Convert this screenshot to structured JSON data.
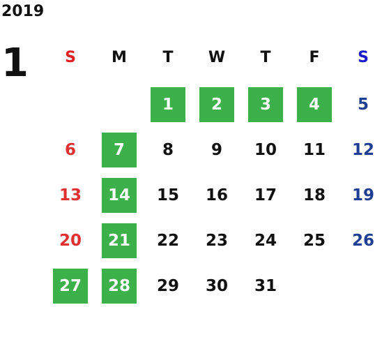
{
  "year": "2019",
  "month": "1",
  "weekdays": [
    "S",
    "M",
    "T",
    "W",
    "T",
    "F",
    "S"
  ],
  "weekday_colors": [
    "#e02020",
    "#111111",
    "#111111",
    "#111111",
    "#111111",
    "#111111",
    "#1a1acc"
  ],
  "highlight_color": "#3cb14a",
  "day_colors": {
    "sunday": "#e03030",
    "saturday": "#1f3f94",
    "weekday": "#111111"
  },
  "weeks": [
    [
      null,
      null,
      {
        "d": "1",
        "hl": true
      },
      {
        "d": "2",
        "hl": true
      },
      {
        "d": "3",
        "hl": true
      },
      {
        "d": "4",
        "hl": true
      },
      {
        "d": "5"
      }
    ],
    [
      {
        "d": "6"
      },
      {
        "d": "7",
        "hl": true
      },
      {
        "d": "8"
      },
      {
        "d": "9"
      },
      {
        "d": "10"
      },
      {
        "d": "11"
      },
      {
        "d": "12"
      }
    ],
    [
      {
        "d": "13"
      },
      {
        "d": "14",
        "hl": true
      },
      {
        "d": "15"
      },
      {
        "d": "16"
      },
      {
        "d": "17"
      },
      {
        "d": "18"
      },
      {
        "d": "19"
      }
    ],
    [
      {
        "d": "20"
      },
      {
        "d": "21",
        "hl": true
      },
      {
        "d": "22"
      },
      {
        "d": "23"
      },
      {
        "d": "24"
      },
      {
        "d": "25"
      },
      {
        "d": "26"
      }
    ],
    [
      {
        "d": "27",
        "hl": true
      },
      {
        "d": "28",
        "hl": true
      },
      {
        "d": "29"
      },
      {
        "d": "30"
      },
      {
        "d": "31"
      },
      null,
      null
    ]
  ]
}
